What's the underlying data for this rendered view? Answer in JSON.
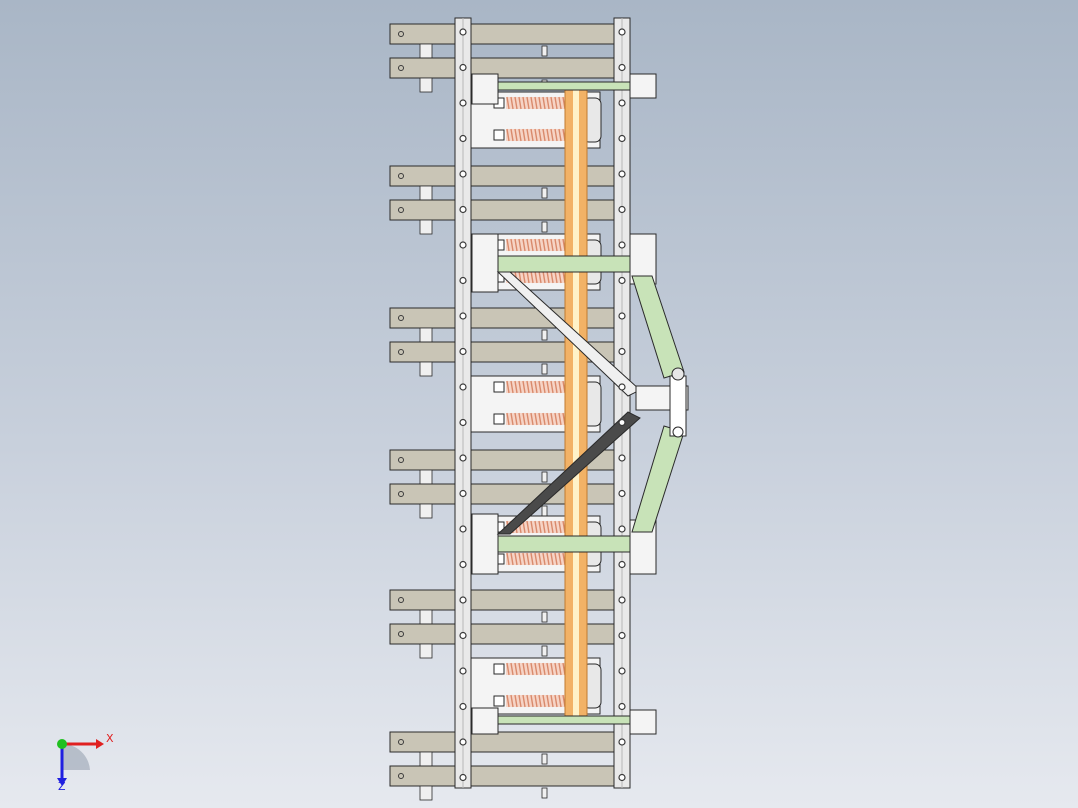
{
  "viewport": {
    "background_top": "#a9b6c6",
    "background_bottom": "#e6e9ef"
  },
  "model": {
    "plate_color": "#c9c5b6",
    "frame_color": "#e9e9e9",
    "edge_color": "#2a2a2a",
    "spring_color": "#d98a6c",
    "shaft_color": "#f2b266",
    "bracket_color": "#c8e3b8",
    "bolt_color": "#3a3a3a",
    "plate_groups": 6,
    "spring_groups": 5
  },
  "triad": {
    "x_label": "X",
    "z_label": "Z",
    "x_color": "#e02020",
    "y_color": "#20c020",
    "z_color": "#2020e0"
  }
}
